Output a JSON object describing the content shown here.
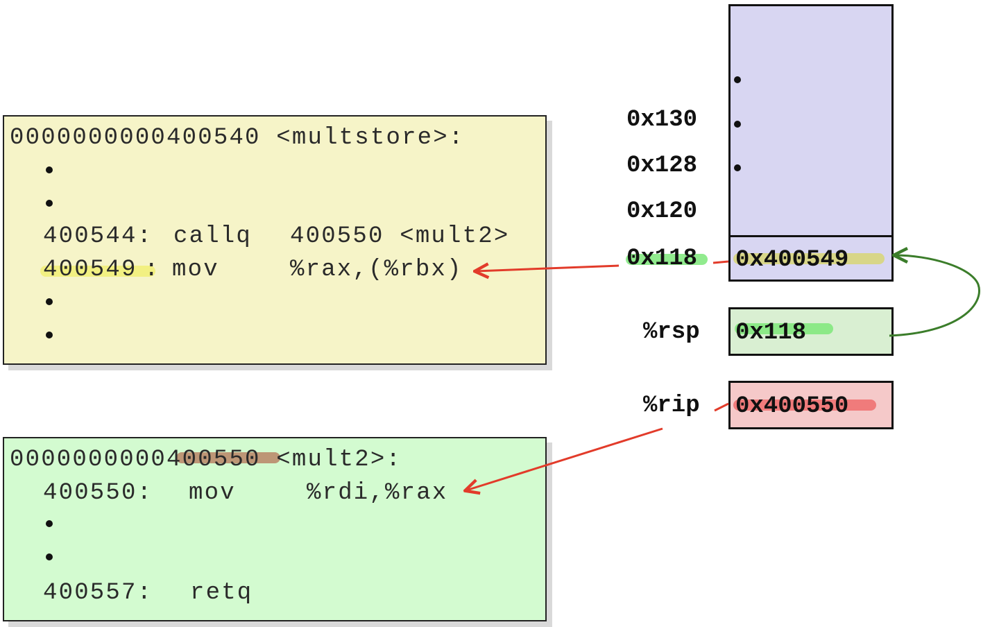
{
  "caller": {
    "header": "0000000000400540 <multstore>:",
    "call_addr": "400544:",
    "call_op": "callq",
    "call_arg": "400550 <mult2>",
    "next_addr": "400549",
    "next_colon": ":",
    "next_op": "mov",
    "next_args": "%rax,(%rbx)"
  },
  "callee": {
    "header": "0000000000400550 <mult2>:",
    "line1_addr": "400550:",
    "line1_op": "mov",
    "line1_args": "%rdi,%rax",
    "line2_addr": "400557:",
    "line2_op": "retq"
  },
  "stack": {
    "addresses": [
      "0x130",
      "0x128",
      "0x120",
      "0x118"
    ],
    "top_value": "0x400549"
  },
  "registers": {
    "rsp_label": "%rsp",
    "rsp_value": "0x118",
    "rip_label": "%rip",
    "rip_value": "0x400550"
  },
  "colors": {
    "caller_bg": "#f6f4c8",
    "callee_bg": "#d3fbd0",
    "stack_bg": "#d8d6f2",
    "rsp_bg": "#d9efd2",
    "rip_bg": "#f5c9c9",
    "red_arrow": "#e23b2a",
    "green_arrow": "#3b7d2a"
  }
}
